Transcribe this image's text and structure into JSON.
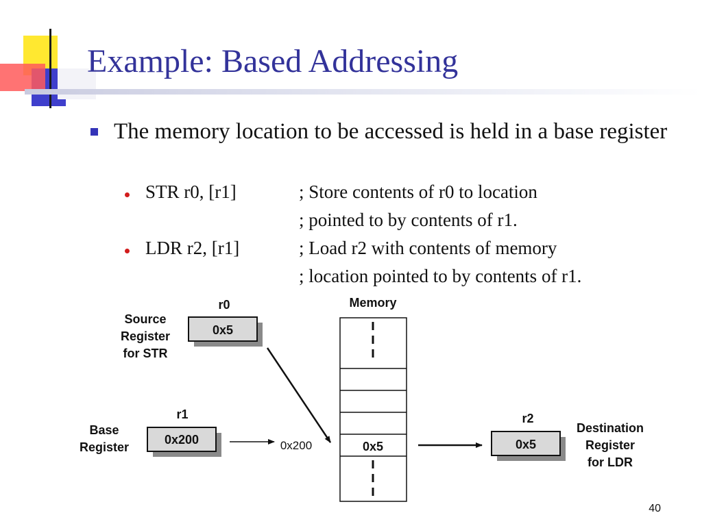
{
  "slide": {
    "title": "Example: Based Addressing",
    "page_number": "40"
  },
  "bullets": [
    {
      "text": "The memory location to be accessed is held in a base register",
      "sub": [
        {
          "code": "STR r0, [r1]",
          "comment_lines": [
            "; Store contents of r0 to location",
            "; pointed to by contents of r1."
          ]
        },
        {
          "code": "LDR r2, [r1]",
          "comment_lines": [
            "; Load r2 with contents of memory",
            "; location pointed to by contents of r1."
          ]
        }
      ]
    }
  ],
  "diagram": {
    "memory_label": "Memory",
    "memory_cell_value": "0x5",
    "address_label": "0x200",
    "registers": {
      "r0": {
        "name": "r0",
        "value": "0x5",
        "caption": [
          "Source",
          "Register",
          "for STR"
        ]
      },
      "r1": {
        "name": "r1",
        "value": "0x200",
        "caption": [
          "Base",
          "Register"
        ]
      },
      "r2": {
        "name": "r2",
        "value": "0x5",
        "caption": [
          "Destination",
          "Register",
          "for LDR"
        ]
      }
    }
  },
  "colors": {
    "title": "#33339a",
    "bullet": "#3434b8",
    "sub_bullet": "#d21c1c",
    "register_fill": "#d9d9d9",
    "register_shadow": "#8a8a8a"
  }
}
